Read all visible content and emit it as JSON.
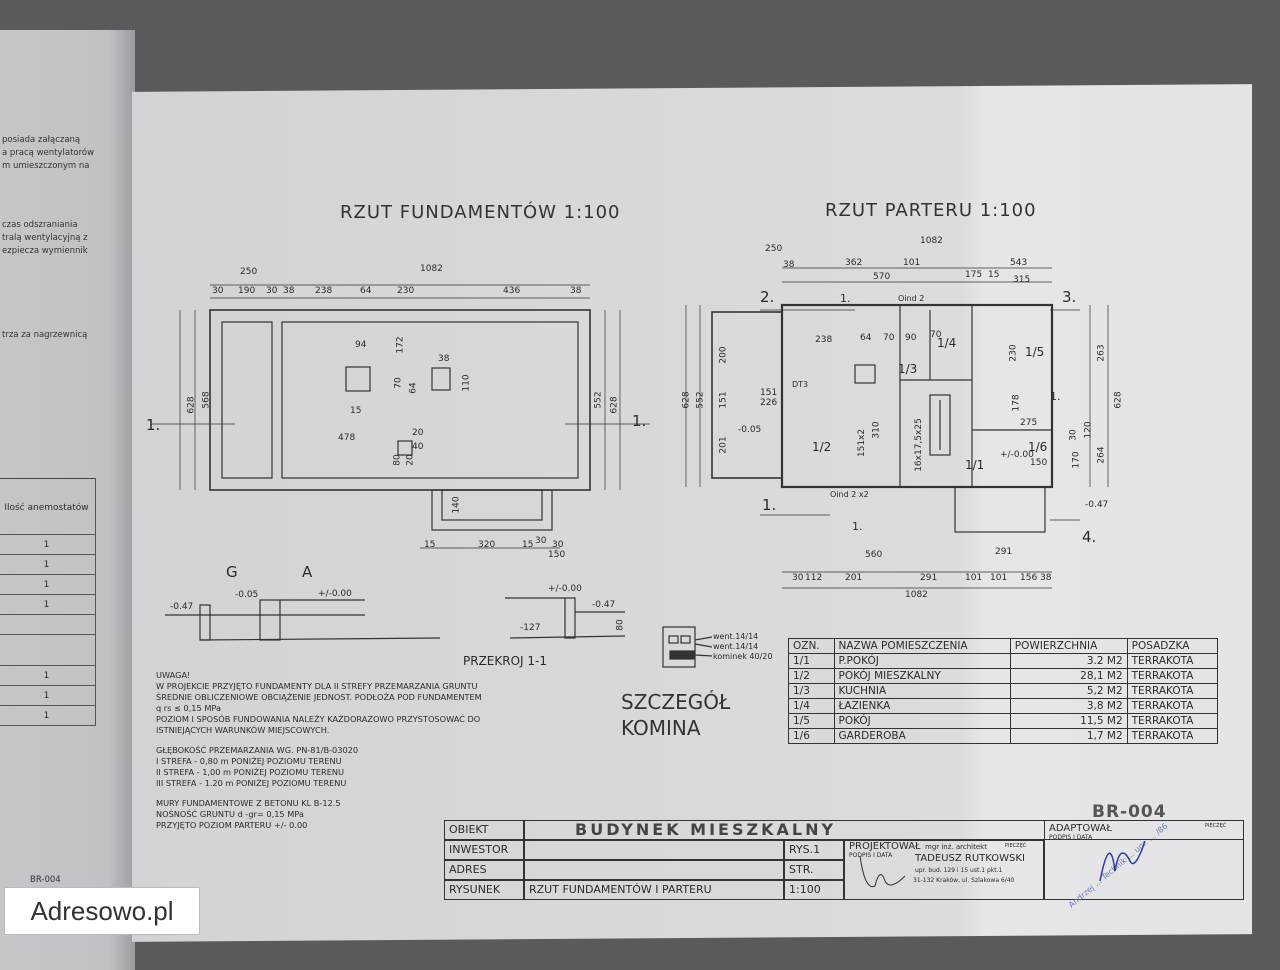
{
  "left_page": {
    "text_lines": [
      "posiada załączaną",
      "a pracą wentylatorów",
      "m umieszczonym na",
      "czas odszraniania",
      "tralą wentylacyjną z",
      "ezpiecza wymiennik",
      "trza za nagrzewnicą"
    ],
    "table_header": "Ilość anemostatów",
    "table_values": [
      "1",
      "1",
      "1",
      "1",
      "",
      "",
      "1",
      "1",
      "1"
    ],
    "footer": "BR-004"
  },
  "foundation": {
    "title": "RZUT FUNDAMENTÓW 1:100",
    "dims": [
      "250",
      "1082",
      "30",
      "190",
      "30",
      "38",
      "238",
      "64",
      "230",
      "436",
      "38",
      "628",
      "568",
      "552",
      "628",
      "94",
      "172",
      "64",
      "70",
      "38",
      "110",
      "478",
      "20",
      "40",
      "80",
      "20",
      "140",
      "15",
      "320",
      "30",
      "15",
      "30",
      "150",
      "15"
    ],
    "marks": [
      "1.",
      "1."
    ]
  },
  "section": {
    "labels": [
      "G",
      "A",
      "-0.47",
      "-0.05",
      "+/-0.00",
      "+/-0.00",
      "-0.47",
      "-127",
      "80"
    ],
    "title": "PRZEKROJ 1-1"
  },
  "parter": {
    "title": "RZUT PARTERU 1:100",
    "dims": [
      "250",
      "1082",
      "38",
      "362",
      "101",
      "543",
      "570",
      "175",
      "15",
      "315",
      "238",
      "64",
      "70",
      "90",
      "70",
      "628",
      "552",
      "200",
      "151",
      "201",
      "151",
      "226",
      "310",
      "151x2",
      "16x17,5x25",
      "178",
      "275",
      "230",
      "263",
      "628",
      "264",
      "170",
      "30",
      "120",
      "560",
      "291",
      "30",
      "112",
      "201",
      "291",
      "101",
      "101",
      "156",
      "38",
      "1082",
      "150",
      "-0.05",
      "-0.47",
      "+/-0.00"
    ],
    "rooms": [
      "1/2",
      "1/3",
      "1/4",
      "1/5",
      "1/6",
      "1/1"
    ],
    "marks": [
      "2.",
      "3.",
      "1.",
      "1.",
      "4.",
      "1.",
      "1."
    ],
    "windows": [
      "Oind 2",
      "Oind 2 x2",
      "DT3"
    ]
  },
  "chimney": {
    "legend": [
      "went.14/14",
      "went.14/14",
      "kominek 40/20"
    ],
    "title_line1": "SZCZEGÓŁ",
    "title_line2": "KOMINA"
  },
  "notes": {
    "lines": [
      "UWAGA!",
      "W PROJEKCIE PRZYJĘTO FUNDAMENTY DLA II  STREFY PRZEMARZANIA GRUNTU",
      "ŚREDNIE OBLICZENIOWE OBCIĄŻENIE JEDNOST. PODŁOŻA POD FUNDAMENTEM",
      "q rs ≤ 0,15 MPa",
      "POZIOM I SPOSÓB FUNDOWANIA NALEŻY KAŻDORAZOWO PRZYSTOSOWAĆ DO",
      "ISTNIEJĄCYCH WARUNKÓW MIEJSCOWYCH.",
      "",
      "GŁĘBOKOŚĆ  PRZEMARZANIA WG. PN-81/B-03020",
      "I  STREFA - 0,80 m  PONIŻEJ  POZIOMU  TERENU",
      "II  STREFA - 1,00 m  PONIŻEJ  POZIOMU  TERENU",
      "III STREFA - 1.20 m  PONIŻEJ  POZIOMU  TERENU",
      "",
      "MURY FUNDAMENTOWE Z BETONU KL B-12.5",
      "NOŚNOŚĆ  GRUNTU  d -gr= 0,15 MPa",
      "PRZYJĘTO POZIOM PARTERU +/-  0.00"
    ]
  },
  "room_table": {
    "headers": [
      "OZN.",
      "NAZWA POMIESZCZENIA",
      "POWIERZCHNIA",
      "POSADZKA"
    ],
    "rows": [
      [
        "1/1",
        "P.POKÓJ",
        "3.2 M2",
        "TERRAKOTA"
      ],
      [
        "1/2",
        "POKÓJ MIESZKALNY",
        "28,1 M2",
        "TERRAKOTA"
      ],
      [
        "1/3",
        "KUCHNIA",
        "5,2 M2",
        "TERRAKOTA"
      ],
      [
        "1/4",
        "ŁAZIENKA",
        "3,8 M2",
        "TERRAKOTA"
      ],
      [
        "1/5",
        "POKÓJ",
        "11,5 M2",
        "TERRAKOTA"
      ],
      [
        "1/6",
        "GARDEROBA",
        "1,7 M2",
        "TERRAKOTA"
      ]
    ]
  },
  "title_block": {
    "code": "BR-004",
    "obiekt_label": "OBIEKT",
    "obiekt_value": "BUDYNEK MIESZKALNY",
    "inwestor_label": "INWESTOR",
    "adres_label": "ADRES",
    "rysunek_label": "RYSUNEK",
    "rysunek_value": "RZUT FUNDAMENTÓW I PARTERU",
    "rys": "RYS.1",
    "str": "STR.",
    "scale": "1:100",
    "projektowal": "PROJEKTOWAŁ",
    "podpis_data": "PODPIS I DATA",
    "designer_lines": [
      "mgr inż. architekt",
      "TADEUSZ RUTKOWSKI",
      "upr. bud. 129 i 15 ust.1 pkt.1",
      "31-132 Kraków, ul. Szlakowa 6/40"
    ],
    "pieczec": "PIECZĘĆ",
    "adaptowal": "ADAPTOWAŁ",
    "podpis_data2": "PODPIS I DATA",
    "pieczec2": "PIECZĘĆ",
    "stamp_text": "Andrzej ... Technik ... upr. ... /86"
  },
  "watermark": "Adresowo.pl",
  "colors": {
    "paper": "#d9d9dc",
    "ink": "#2b2b2f",
    "stamp": "#4a5db0",
    "background": "#5a5a5e"
  }
}
